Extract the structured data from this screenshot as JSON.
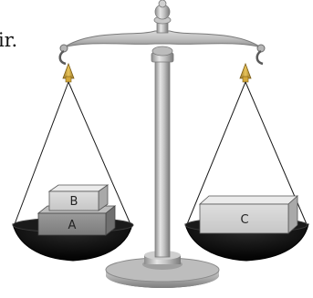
{
  "caption_fragment": "ir.",
  "boxes": {
    "a_label": "A",
    "b_label": "B",
    "c_label": "C"
  }
}
